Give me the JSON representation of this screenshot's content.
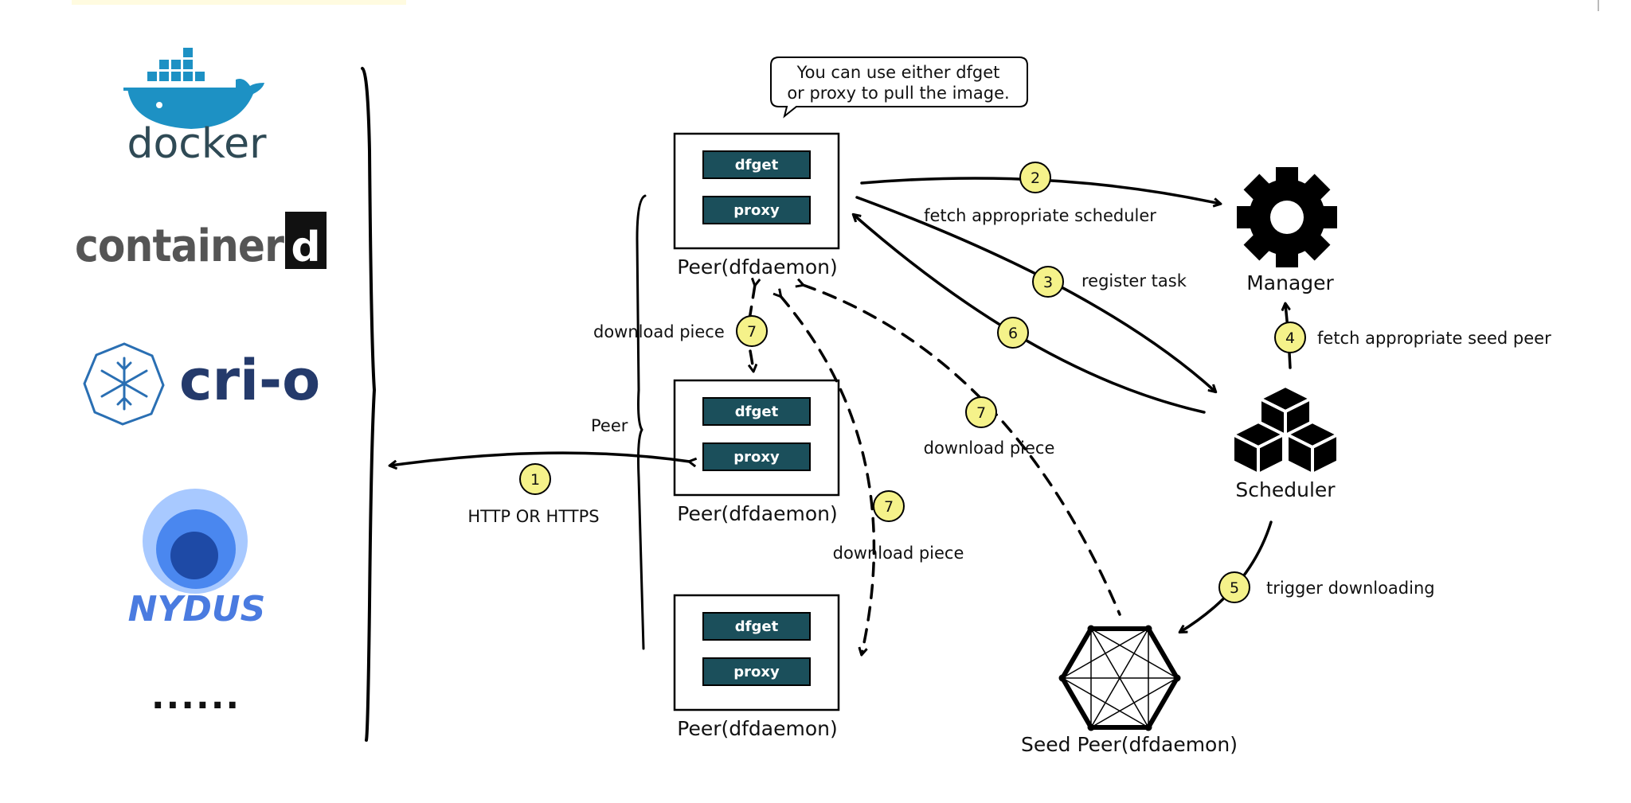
{
  "runtimes": {
    "docker": "docker",
    "containerd": "container",
    "containerd_mark": "d",
    "crio": "cri-o",
    "nydus": "NYDUS",
    "more": "......"
  },
  "callout": {
    "line1": "You can use either dfget",
    "line2": "or proxy to pull the image."
  },
  "peers": [
    {
      "label": "Peer(dfdaemon)",
      "btn1": "dfget",
      "btn2": "proxy"
    },
    {
      "label": "Peer(dfdaemon)",
      "btn1": "dfget",
      "btn2": "proxy"
    },
    {
      "label": "Peer(dfdaemon)",
      "btn1": "dfget",
      "btn2": "proxy"
    }
  ],
  "peer_group_label": "Peer",
  "manager": "Manager",
  "scheduler": "Scheduler",
  "seed_peer": "Seed Peer(dfdaemon)",
  "steps": {
    "s1": {
      "num": "1",
      "text": "HTTP OR HTTPS"
    },
    "s2": {
      "num": "2",
      "text": "fetch appropriate scheduler"
    },
    "s3": {
      "num": "3",
      "text": "register task"
    },
    "s4": {
      "num": "4",
      "text": "fetch appropriate seed peer"
    },
    "s5": {
      "num": "5",
      "text": "trigger downloading"
    },
    "s6": {
      "num": "6"
    },
    "s7a": {
      "num": "7",
      "text": "download piece"
    },
    "s7b": {
      "num": "7",
      "text": "download piece"
    },
    "s7c": {
      "num": "7",
      "text": "download piece"
    }
  },
  "colors": {
    "btn": "#1b4f5b",
    "badge": "#f5f28a",
    "docker": "#1d91c4",
    "crio": "#243a6b",
    "nydus": "#3b6ed6"
  }
}
